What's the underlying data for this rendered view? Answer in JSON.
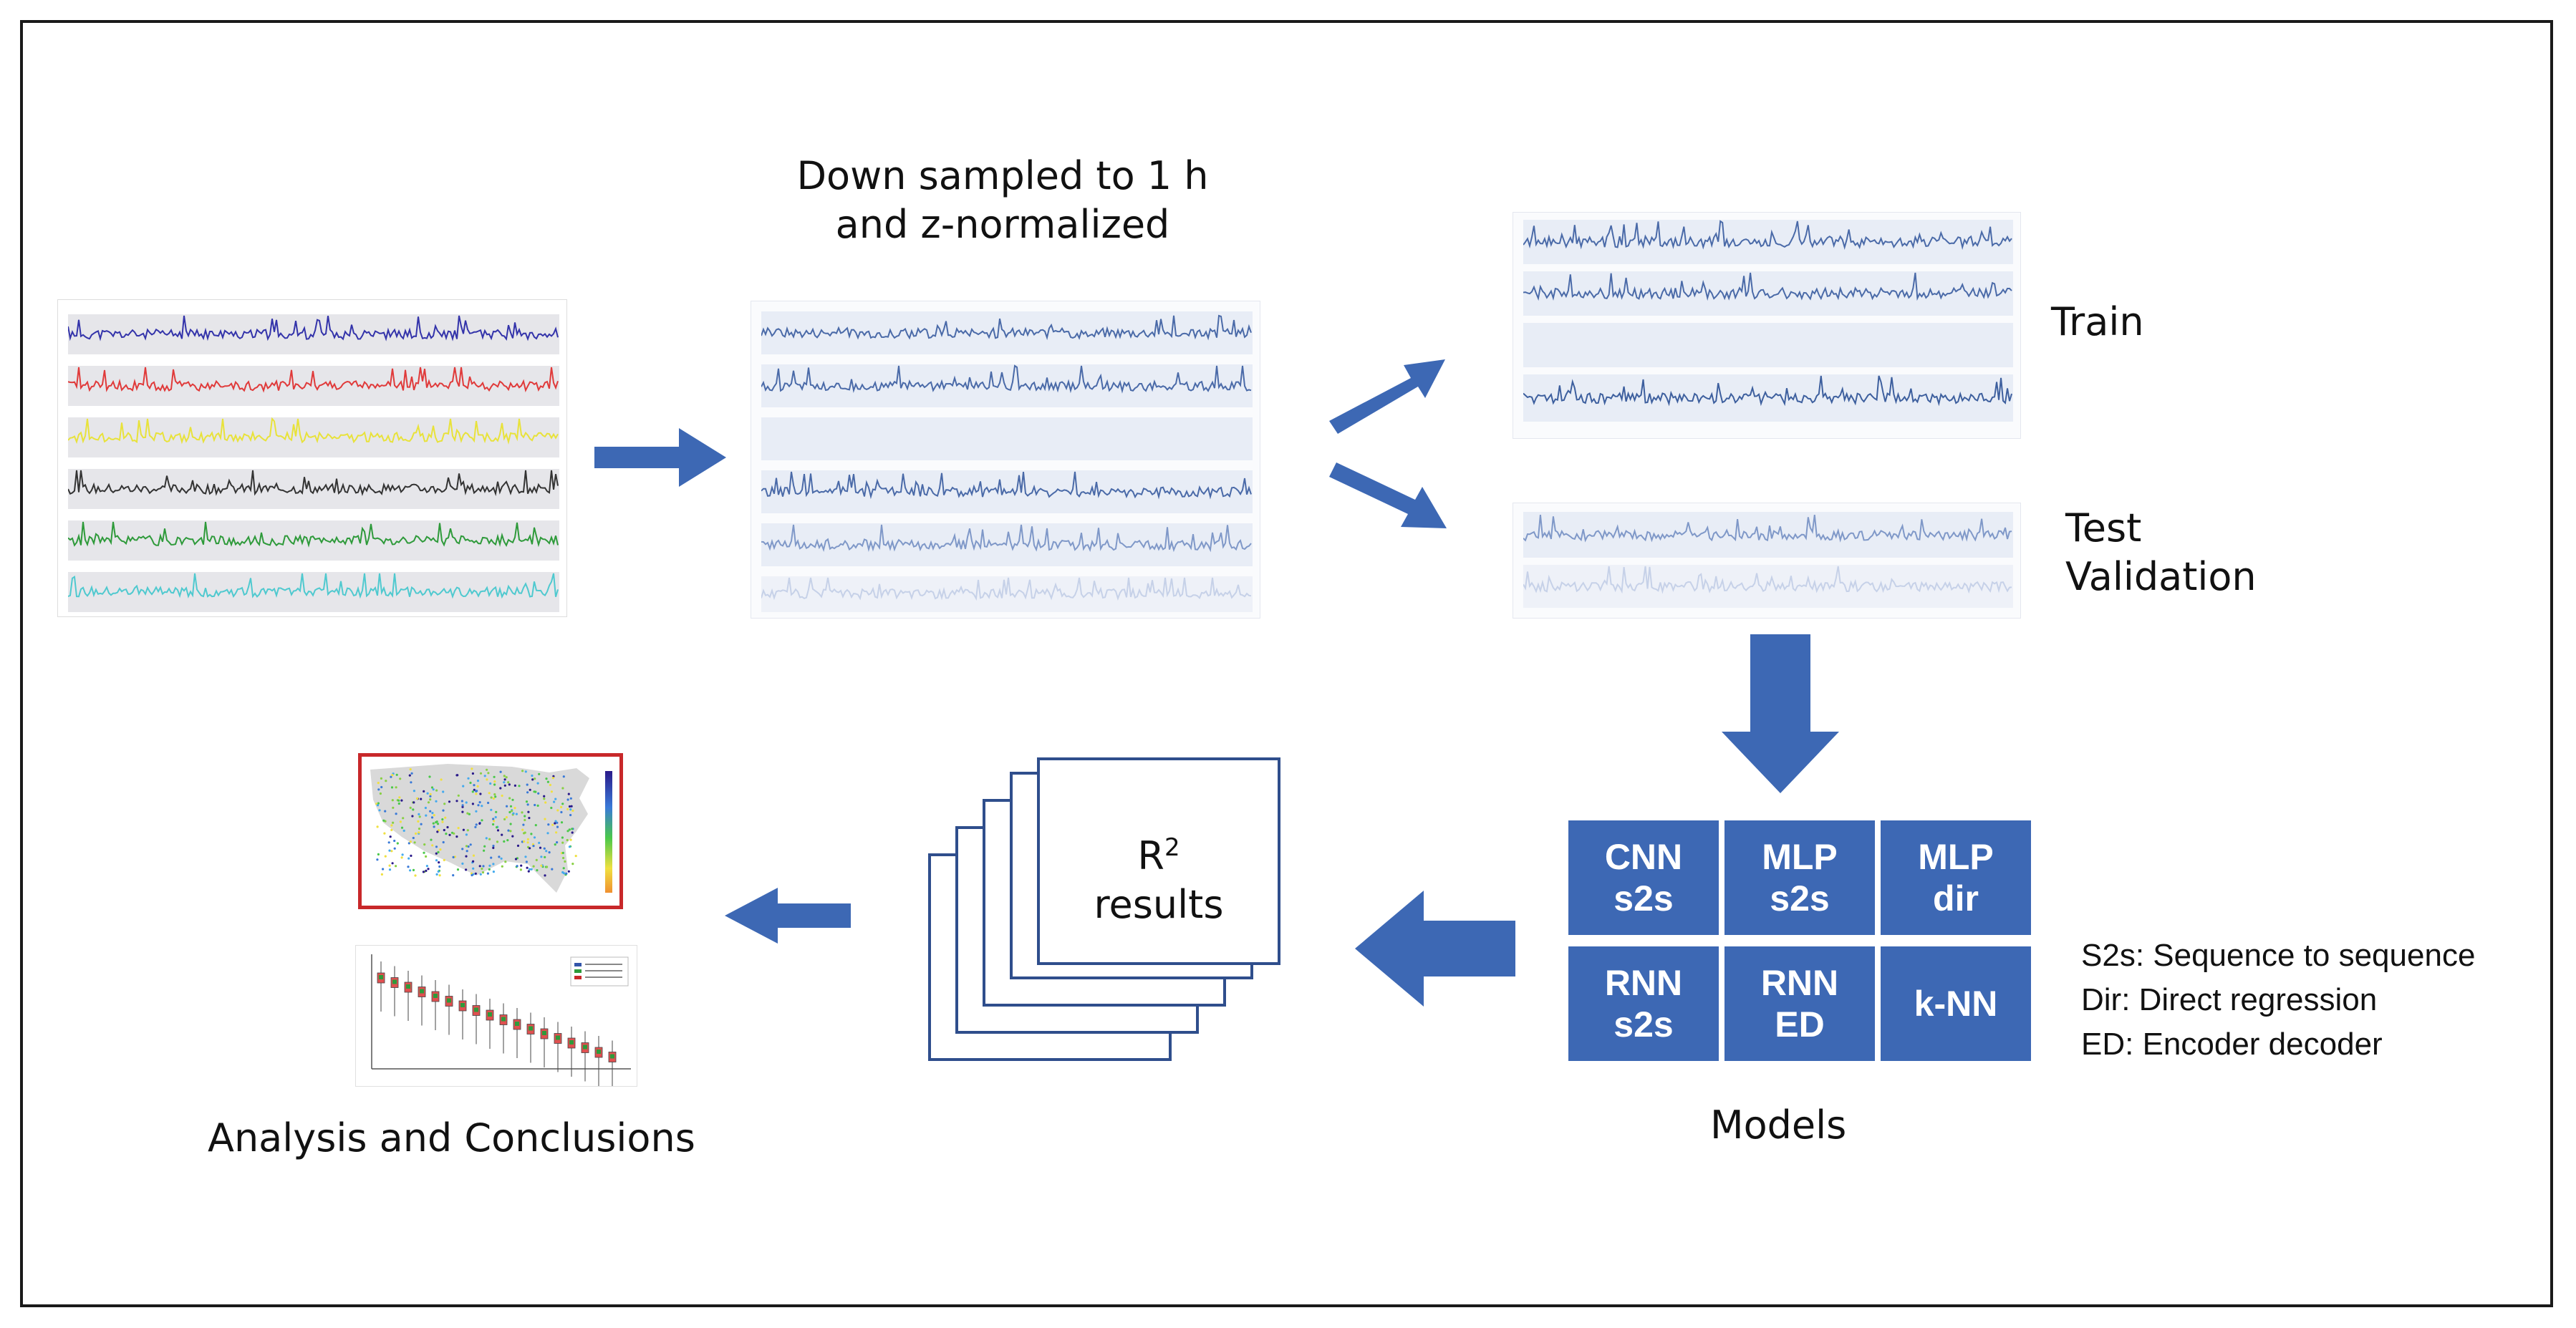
{
  "labels": {
    "downsample_line1": "Down sampled to 1 h",
    "downsample_line2": "and z-normalized",
    "train": "Train",
    "test": "Test",
    "validation": "Validation",
    "models": "Models",
    "results_r": "R",
    "results_sup": "2",
    "results_word": "results",
    "analysis": "Analysis and Conclusions"
  },
  "models": [
    {
      "line1": "CNN",
      "line2": "s2s"
    },
    {
      "line1": "MLP",
      "line2": "s2s"
    },
    {
      "line1": "MLP",
      "line2": "dir"
    },
    {
      "line1": "RNN",
      "line2": "s2s"
    },
    {
      "line1": "RNN",
      "line2": "ED"
    },
    {
      "line1": "k-NN",
      "line2": ""
    }
  ],
  "legend": [
    "S2s: Sequence to sequence",
    "Dir: Direct regression",
    "ED: Encoder decoder"
  ],
  "colors": {
    "arrow": "#3d68b4",
    "model_box": "#3d68b4",
    "card_border": "#2f4e8c",
    "map_border": "#c8282a",
    "raw_series": [
      "#3333aa",
      "#e03a3a",
      "#e8e23a",
      "#333333",
      "#2e9a3a",
      "#4fc9cf"
    ],
    "norm_series": "#4a6aa8"
  }
}
